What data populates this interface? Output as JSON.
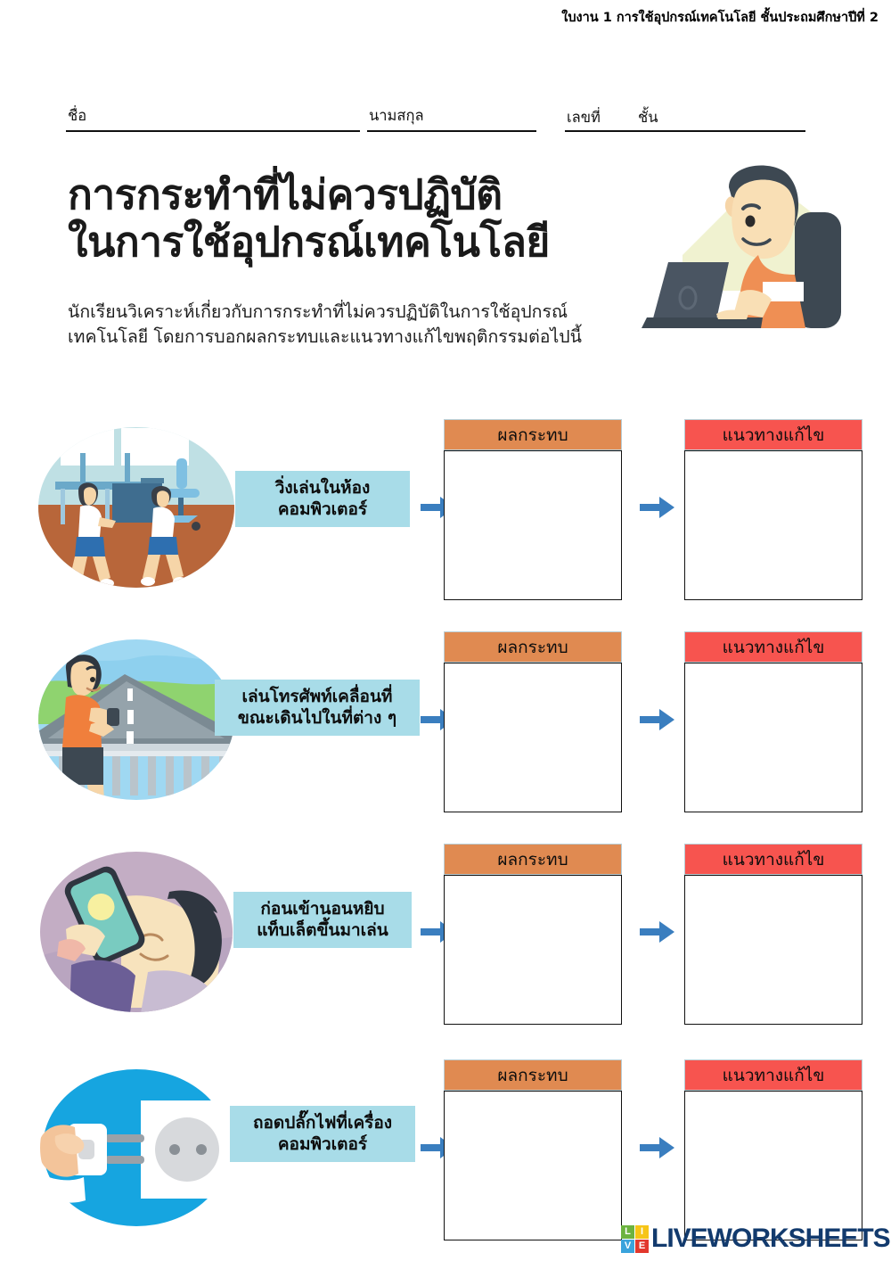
{
  "document": {
    "header_line": "ใบงาน 1 การใช้อุปกรณ์เทคโนโลยี ชั้นประถมศึกษาปีที่ 2",
    "title_line1": "การกระทำที่ไม่ควรปฏิบัติ",
    "title_line2": "ในการใช้อุปกรณ์เทคโนโลยี",
    "instructions": "นักเรียนวิเคราะห์เกี่ยวกับการกระทำที่ไม่ควรปฏิบัติในการใช้อุปกรณ์เทคโนโลยี โดยการบอกผลกระทบและแนวทางแก้ไขพฤติกรรมต่อไปนี้"
  },
  "name_fields": [
    {
      "label": "ชื่อ",
      "value": ""
    },
    {
      "label": "นามสกุล",
      "value": ""
    },
    {
      "label": "เลขที่",
      "value": ""
    },
    {
      "label": "ชั้น",
      "value": ""
    }
  ],
  "columns": {
    "impact": "ผลกระทบ",
    "solution": "แนวทางแก้ไข"
  },
  "colors": {
    "impact_header": "#e08a51",
    "solution_header": "#f7544f",
    "chip": "#a8dce8",
    "arrow": "#3a7ebf",
    "logo_text": "#123a6d"
  },
  "rows": [
    {
      "image_name": "children-running-in-computer-room",
      "behavior": "วิ่งเล่นในห้องคอมพิวเตอร์",
      "behavior_line1": "วิ่งเล่นในห้อง",
      "behavior_line2": "คอมพิวเตอร์",
      "impact_answer": "",
      "solution_answer": ""
    },
    {
      "image_name": "boy-using-phone-while-walking-on-road",
      "behavior": "เล่นโทรศัพท์เคลื่อนที่ขณะเดินไปในที่ต่าง ๆ",
      "behavior_line1": "เล่นโทรศัพท์เคลื่อนที่",
      "behavior_line2": "ขณะเดินไปในที่ต่าง ๆ",
      "impact_answer": "",
      "solution_answer": ""
    },
    {
      "image_name": "person-using-tablet-in-bed-before-sleep",
      "behavior": "ก่อนเข้านอนหยิบแท็บเล็ตขึ้นมาเล่น",
      "behavior_line1": "ก่อนเข้านอนหยิบ",
      "behavior_line2": "แท็บเล็ตขึ้นมาเล่น",
      "impact_answer": "",
      "solution_answer": ""
    },
    {
      "image_name": "hand-unplugging-power-plug-from-socket",
      "behavior": "ถอดปลั๊กไฟที่เครื่องคอมพิวเตอร์",
      "behavior_line1": "ถอดปลั๊กไฟที่เครื่อง",
      "behavior_line2": "คอมพิวเตอร์",
      "impact_answer": "",
      "solution_answer": ""
    }
  ],
  "watermark": {
    "tiles": [
      "L",
      "I",
      "V",
      "E"
    ],
    "word": "LIVEWORKSHEETS"
  }
}
